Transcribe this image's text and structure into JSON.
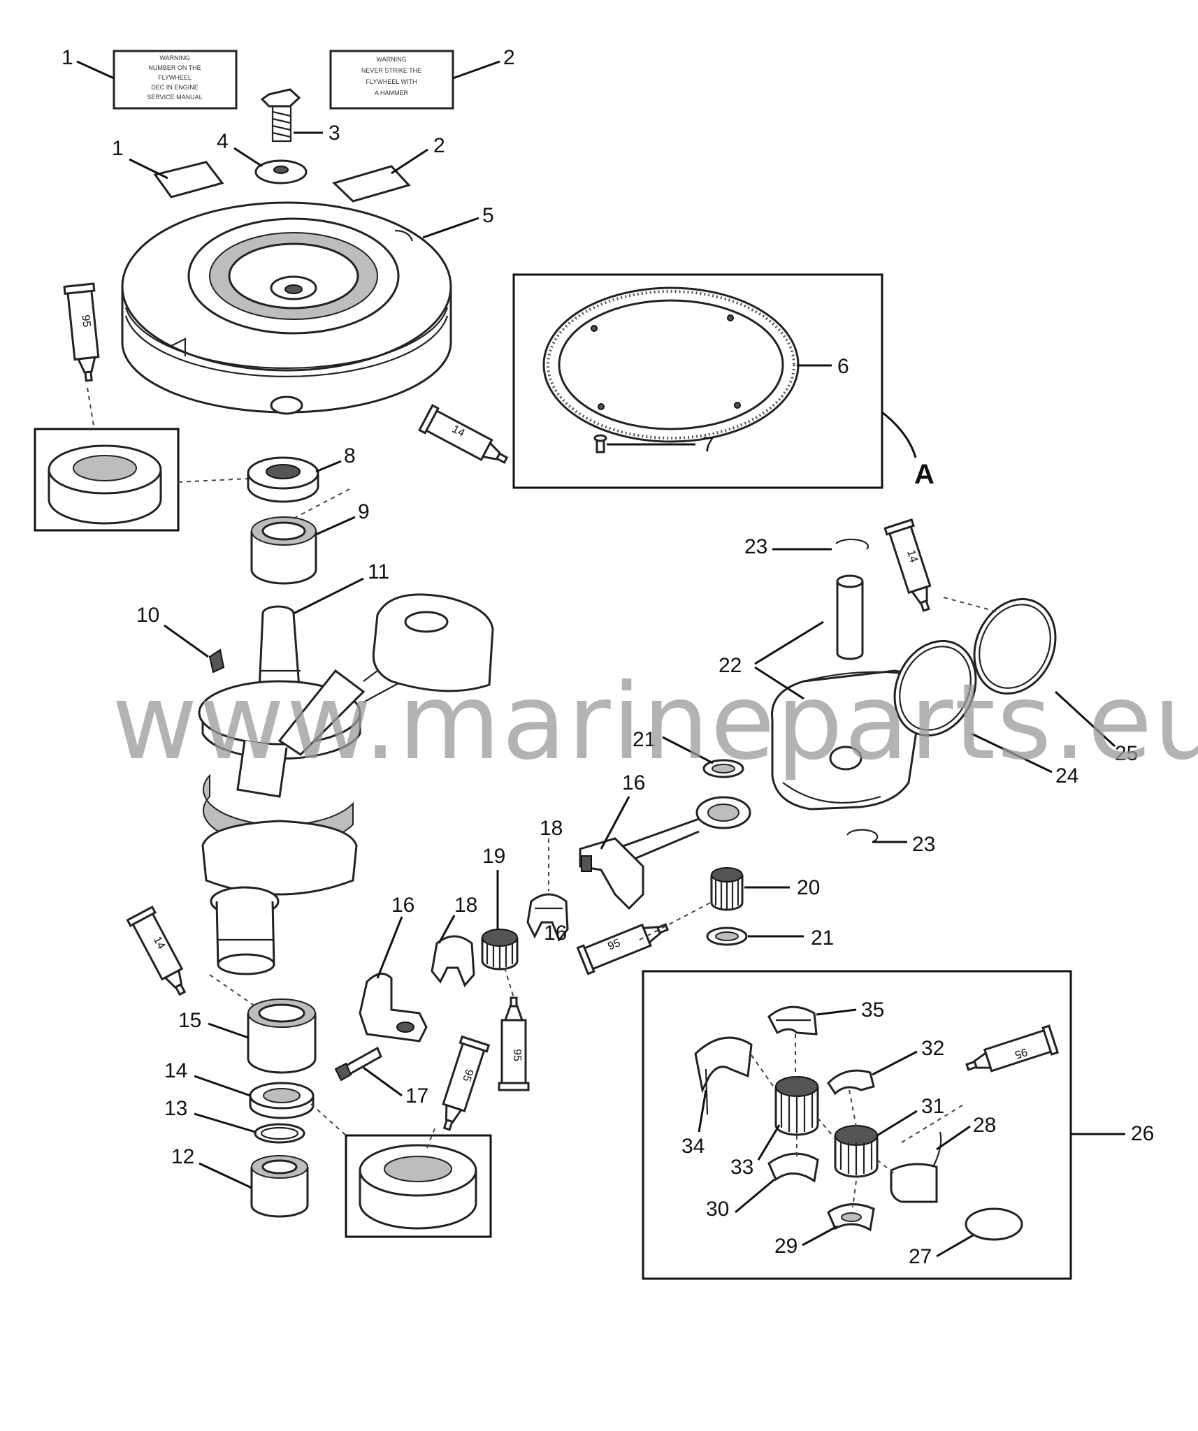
{
  "watermark": "www.marineparts.eu",
  "decals": {
    "left_lines": [
      "WARNING",
      "NUMBER ON THE",
      "FLYWHEEL",
      "DEC IN ENGINE",
      "SERVICE MANUAL"
    ],
    "right_lines": [
      "WARNING",
      "NEVER STRIKE THE",
      "FLYWHEEL WITH",
      "A HAMMER"
    ]
  },
  "callouts": {
    "c1a": "1",
    "c1b": "1",
    "c2a": "2",
    "c2b": "2",
    "c3": "3",
    "c4": "4",
    "c5": "5",
    "c6": "6",
    "c7": "7",
    "cA": "A",
    "c8": "8",
    "c9": "9",
    "c10": "10",
    "c11": "11",
    "c12": "12",
    "c13": "13",
    "c14": "14",
    "c15": "15",
    "c16a": "16",
    "c16b": "16",
    "c16c": "16",
    "c17": "17",
    "c18": "18",
    "c19": "19",
    "c20": "20",
    "c21a": "21",
    "c21b": "21",
    "c22": "22",
    "c23a": "23",
    "c23b": "23",
    "c24": "24",
    "c25": "25",
    "c26": "26",
    "c27": "27",
    "c28": "28",
    "c29": "29",
    "c30": "30",
    "c31": "31",
    "c32": "32",
    "c33": "33",
    "c34": "34",
    "c35": "35"
  },
  "tubes": {
    "t95a": "95",
    "t14a": "14",
    "t14b": "14",
    "t14c": "14",
    "t95b": "95",
    "t95c": "95",
    "t95d": "95",
    "t95e": "95"
  }
}
